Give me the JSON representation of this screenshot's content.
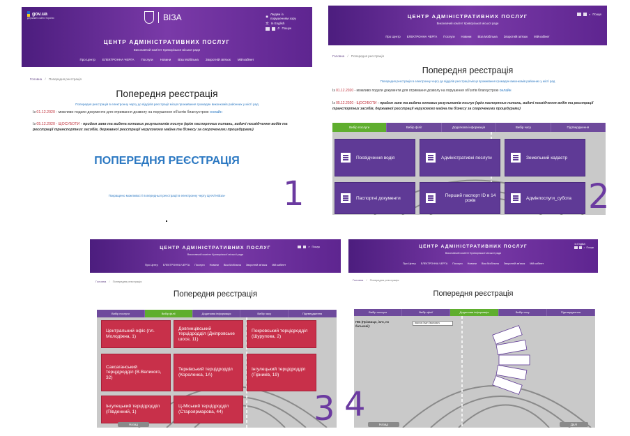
{
  "site": {
    "gov_logo": "gov.ua",
    "gov_sub": "Державні сайти України",
    "viza_logo": "ВІЗА",
    "title": "ЦЕНТР АДМІНІСТРАТИВНИХ ПОСЛУГ",
    "subtitle": "Виконавчий комітет Криворізької міської ради",
    "accessibility": "Людям із порушенням зору",
    "english": "In English",
    "search": "Пошук"
  },
  "nav": [
    "Про Центр",
    "ЕЛЕКТРОННА ЧЕРГА",
    "Послуги",
    "Новини",
    "Віза Мобільна",
    "Зворотній зв'язок",
    "Мій кабінет"
  ],
  "breadcrumb": {
    "home": "Головна",
    "sep": "/",
    "current": "Попередня реєстрація"
  },
  "page": {
    "title": "Попередня реєстрація",
    "intro": "Попередня реєстрація в електронну чергу до відділів реєстрації місця проживання громадян виконкомів районних у місті рад",
    "note1_prefix": "Із",
    "note1_date": "01.12.2020",
    "note1_text": "- можливо подати документи для отримання дозволу на порушення об'єктів благоустрою",
    "note1_link": "онлайн",
    "note2_prefix": "Із",
    "note2_date": "05.12.2020 - ЩОСУБОТИ",
    "note2_text": "- прийом заяв та видача готових результатів послуг (крім паспортних питань, видачі посвідчення водія та реєстрації транспортних засобів, державної реєстрації нерухомого майна та бізнесу за скороченими процедурами)",
    "big_heading": "ПОПЕРЕДНЯ РЕЄСТРАЦІЯ",
    "footer_note": "Покращено можливості попередньої реєстрації в електронну чергу ЦНАП«Віза»"
  },
  "tabs": [
    "Вибір послуги",
    "Вибір філії",
    "Додаткова інформація",
    "Вибір часу",
    "Підтвердження"
  ],
  "services": [
    "Посвідчення водія",
    "Адміністративні послуги",
    "Земельний кадастр",
    "Паспортні документи",
    "Перший паспорт ID в 14 років",
    "Адмінпослуги_субота"
  ],
  "offices": [
    "Центральний офіс (пл. Молодіжна, 1)",
    "Довгинцівський терцідродділ (Дніпровське шосе, 11)",
    "Покровський терцідродділ (Шурупова, 2)",
    "Саксаганський терцідродділ (В.Великого, 32)",
    "Тернівський терцідродділ (Короленка, 1А)",
    "Інгулецький терцідродділ (Гірників, 19)",
    "Інгулецький терцідродділ (Південний, 1)",
    "Ц-Міський терцідродділ (Староярмарова, 44)"
  ],
  "form": {
    "label": "ПІБ (Прізвище, ім'я, по батькові):",
    "value": "Іванов Іван Іванович"
  },
  "buttons": {
    "back": "Назад",
    "next": "Далі"
  },
  "step_numbers": [
    "1",
    "2",
    "3",
    "4"
  ],
  "colors": {
    "purple": "#5f3a96",
    "green": "#5fae2e",
    "red": "#c8304a",
    "blue": "#2b78c2"
  }
}
